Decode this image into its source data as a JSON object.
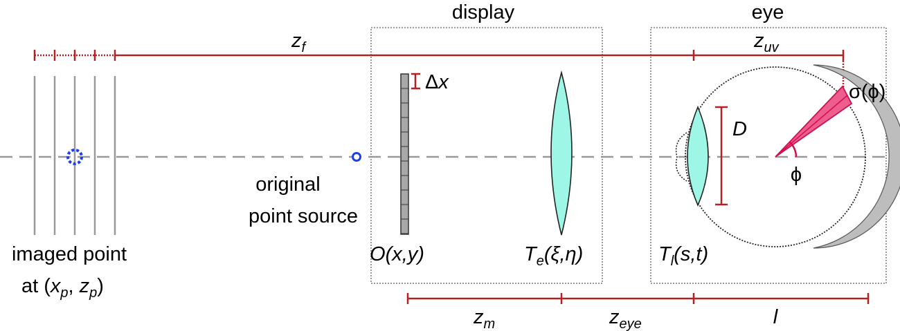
{
  "labels": {
    "display": "display",
    "eye": "eye",
    "delta_x": {
      "symbol": "Δ",
      "var": "x"
    },
    "zf": {
      "main": "z",
      "sub": "f"
    },
    "zuv": {
      "main": "z",
      "sub": "uv"
    },
    "zm": {
      "main": "z",
      "sub": "m"
    },
    "zeye": {
      "main": "z",
      "sub": "eye"
    },
    "l": "l",
    "D": "D",
    "sigma_phi": "σ(ϕ)",
    "phi": "ϕ",
    "original_point_source": [
      "original",
      "point source"
    ],
    "imaged_point": {
      "line1": "imaged point",
      "line2_prefix": "at (",
      "x": "x",
      "x_sub": "p",
      "sep": ", ",
      "z": "z",
      "z_sub": "p",
      "suffix": ")"
    },
    "O": {
      "main": "O",
      "args": "(x,y)"
    },
    "Te": {
      "main": "T",
      "sub": "e",
      "args": "(ξ,η)"
    },
    "Tl": {
      "main": "T",
      "sub": "l",
      "args": "(s,t)"
    }
  },
  "colors": {
    "dimension": "#b22222",
    "point": "#1e3ff0",
    "lens_fill": "#9ef7e6",
    "sector_fill": "#ee5d8f",
    "sector_stroke": "#d0104c",
    "retina": "#bdbdbd",
    "box": "#8c8c8c",
    "axis": "#999999",
    "plane": "#9a9a9a"
  }
}
